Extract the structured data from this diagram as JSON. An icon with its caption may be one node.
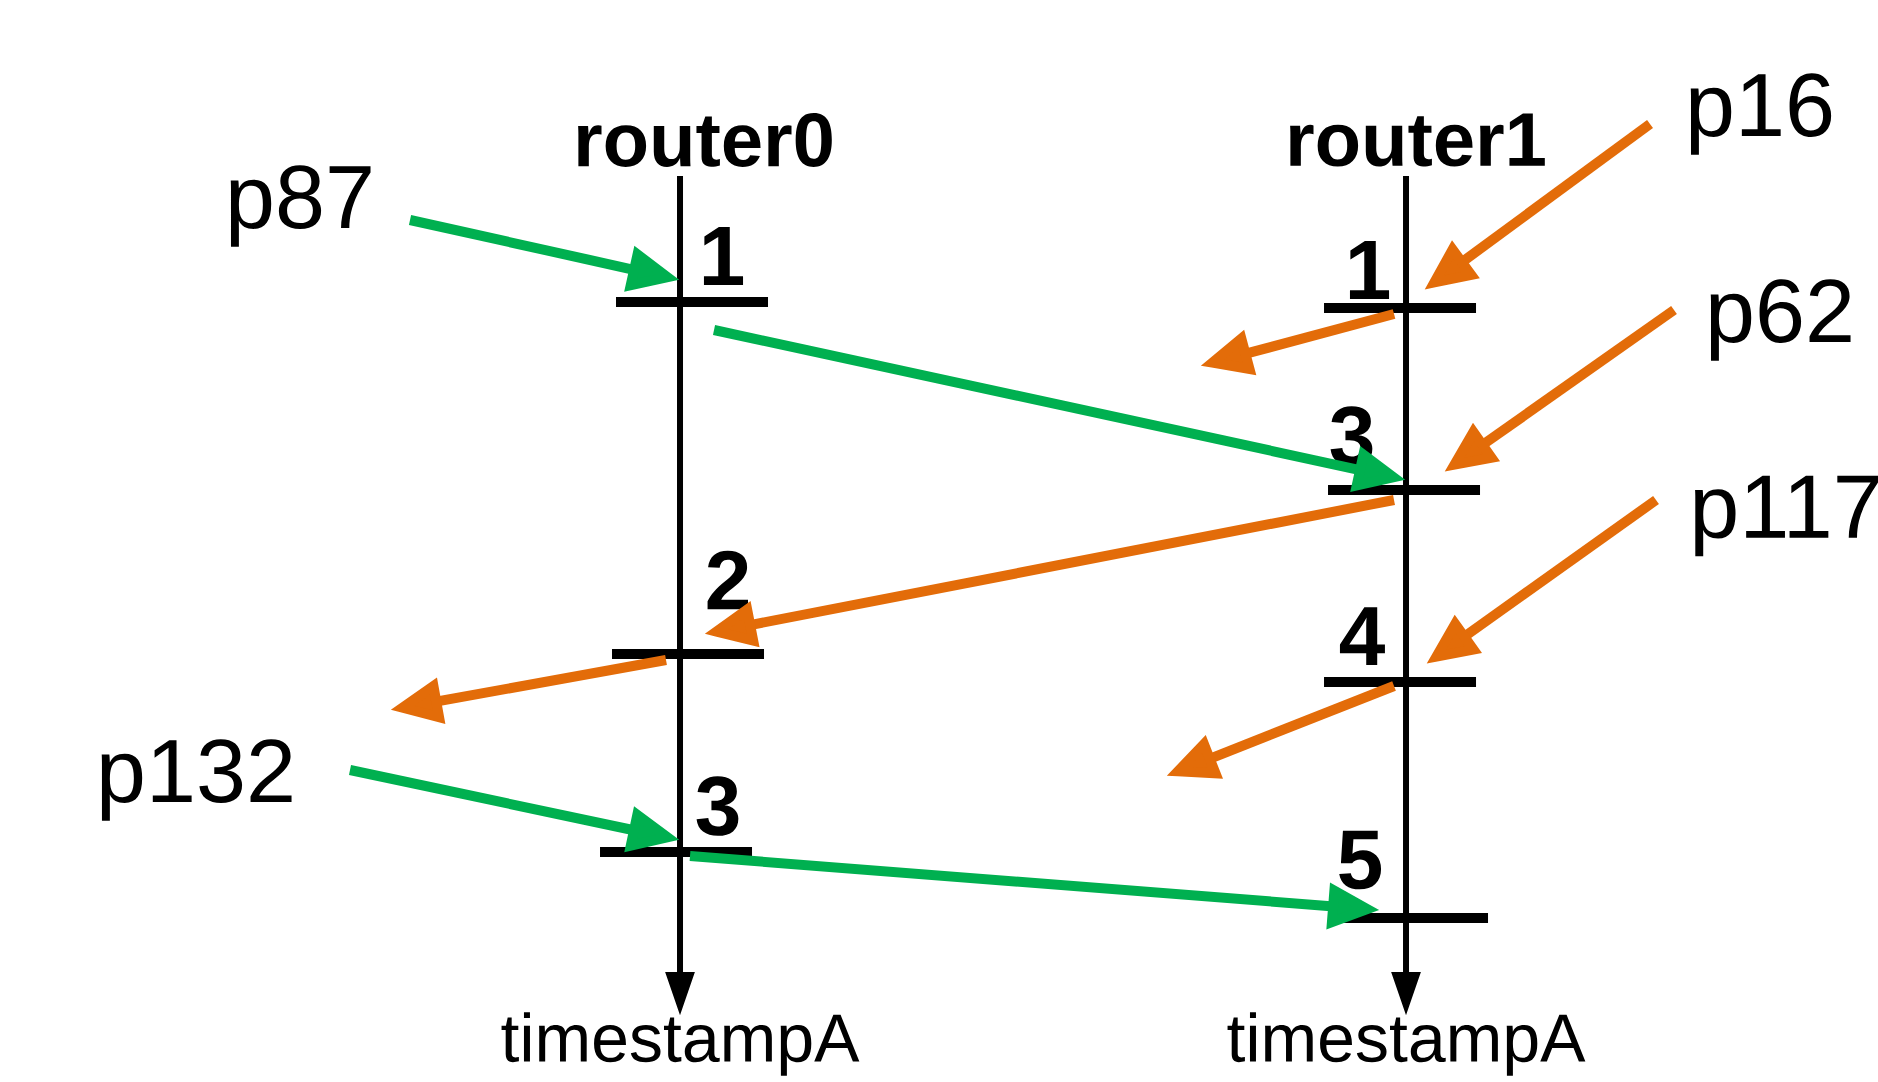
{
  "diagram": {
    "nodes": [
      {
        "text": [
          "p16"
        ]
      },
      {
        "text": [
          "p87"
        ]
      },
      {
        "text": [
          "1"
        ]
      },
      {
        "text": [
          "1"
        ]
      },
      {
        "text": [
          "p62"
        ]
      },
      {
        "text": [
          "3"
        ]
      },
      {
        "text": [
          "p117"
        ]
      },
      {
        "text": [
          "2"
        ]
      },
      {
        "text": [
          "4"
        ]
      },
      {
        "text": [
          "p132"
        ]
      },
      {
        "text": [
          "3"
        ]
      },
      {
        "text": [
          "5"
        ]
      }
    ],
    "edges": [
      {
        "from": 1,
        "to": 2,
        "arrow": "to",
        "color": "#00b050"
      },
      {
        "from": 2,
        "to": 5,
        "arrow": "to",
        "color": "#00b050"
      },
      {
        "from": 0,
        "to": 3,
        "arrow": "to"
      },
      {
        "from": 3,
        "to": null,
        "arrow": "to"
      },
      {
        "from": 4,
        "to": 5,
        "arrow": "to"
      },
      {
        "from": 5,
        "to": 7,
        "arrow": "to"
      },
      {
        "from": 7,
        "to": null,
        "arrow": "to"
      },
      {
        "from": 6,
        "to": 8,
        "arrow": "to"
      },
      {
        "from": 8,
        "to": null,
        "arrow": "to"
      },
      {
        "from": 9,
        "to": 10,
        "arrow": "to",
        "color": "#00b050"
      },
      {
        "from": 10,
        "to": 11,
        "arrow": "to",
        "color": "#00b050"
      }
    ],
    "labels": [
      "router0",
      "router1",
      "timestampA",
      "timestampA"
    ]
  }
}
